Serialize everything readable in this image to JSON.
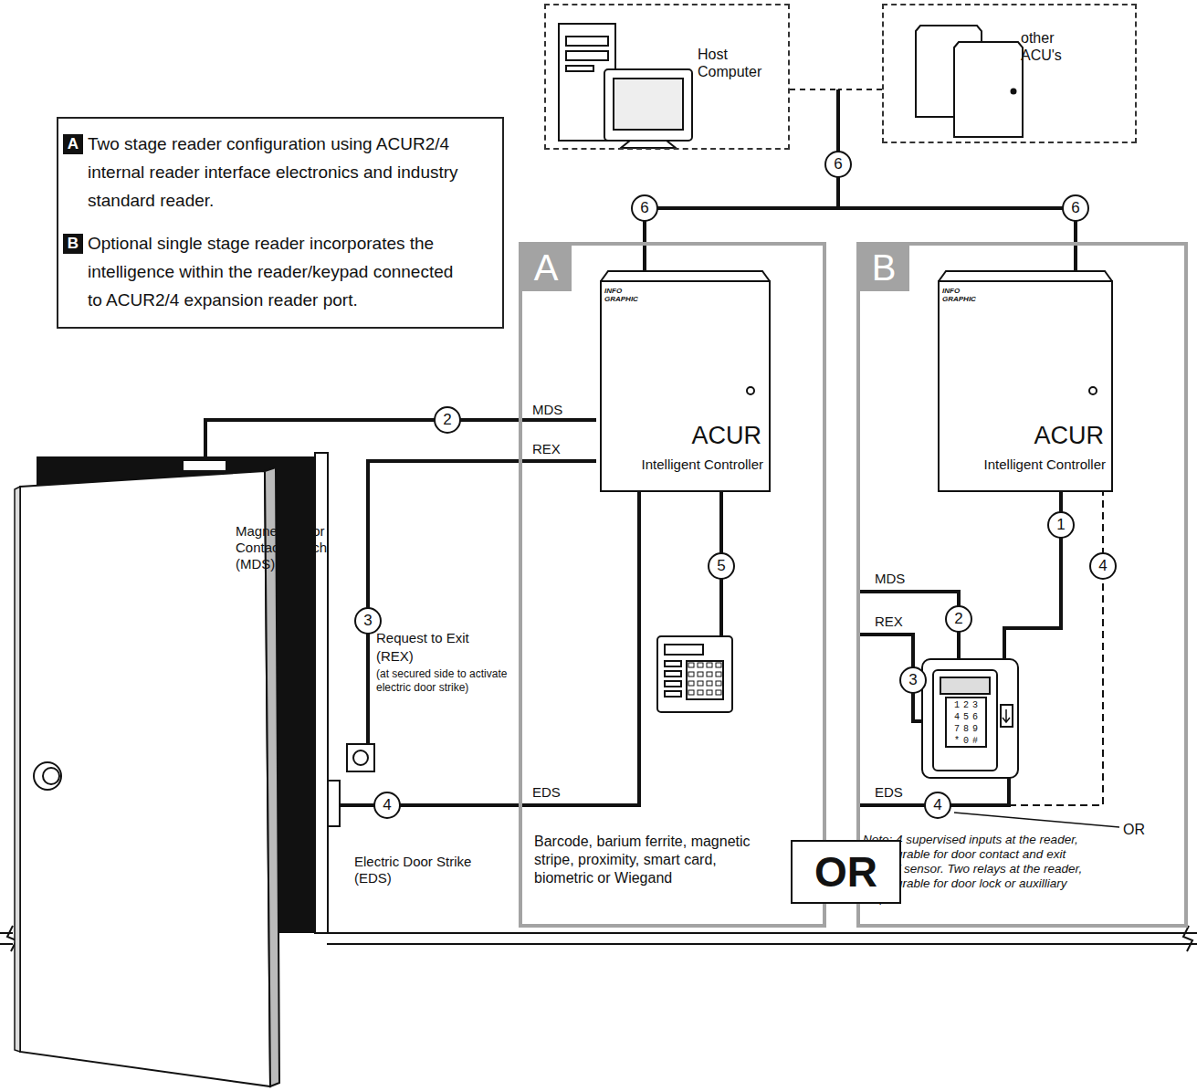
{
  "diagram": {
    "nodes": [
      {
        "text": [
          "Two stage reader configuration using ACUR2/4 internal reader interface electronics and industry standard reader.",
          "Optional single stage reader incorporates the intelligence within the reader/keypad connected to ACUR2/4 expansion reader port."
        ]
      },
      {
        "text": [
          "A"
        ],
        "in": 0
      },
      {
        "text": [
          "B"
        ],
        "in": 0
      },
      {
        "text": [
          "Host Computer"
        ]
      },
      {
        "text": [
          "other ACU's"
        ]
      },
      {
        "text": [
          "A",
          "Barcode, barium ferrite, magnetic stripe, proximity, smart card, biometric or Wiegand"
        ]
      },
      {
        "text": [
          "ACUR",
          "Intelligent Controller"
        ],
        "in": 5
      },
      {
        "text": [
          "B",
          "Note: 4 supervised inputs at the reader, configurable for door contact and exit button/ sensor. Two relays at the reader, configurable for door lock or auxilliary output."
        ]
      },
      {
        "text": [
          "ACUR",
          "Intelligent Controller"
        ],
        "in": 7
      },
      {
        "text": [
          "OR"
        ]
      }
    ],
    "edges": [
      {
        "from": 3,
        "to": 6,
        "arrow": "none"
      },
      {
        "from": 3,
        "to": 8,
        "arrow": "none"
      },
      {
        "from": 4,
        "to": 6,
        "arrow": "none"
      },
      {
        "from": 4,
        "to": 8,
        "arrow": "none"
      }
    ],
    "labels": [
      "MDS",
      "2",
      "REX",
      "3",
      "EDS",
      "4",
      "5",
      "6",
      "6",
      "6",
      "Magnetic Door Contact Switch (MDS)",
      "Request to Exit",
      "(REX)",
      "(at secured side to activate electric door strike)",
      "Electric Door Strike (EDS)",
      "INFO GRAPHIC",
      "INFO GRAPHIC",
      "MDS",
      "2",
      "REX",
      "3",
      "EDS",
      "4",
      "1",
      "4",
      "OR",
      "123",
      "456",
      "789",
      "*0#"
    ]
  }
}
